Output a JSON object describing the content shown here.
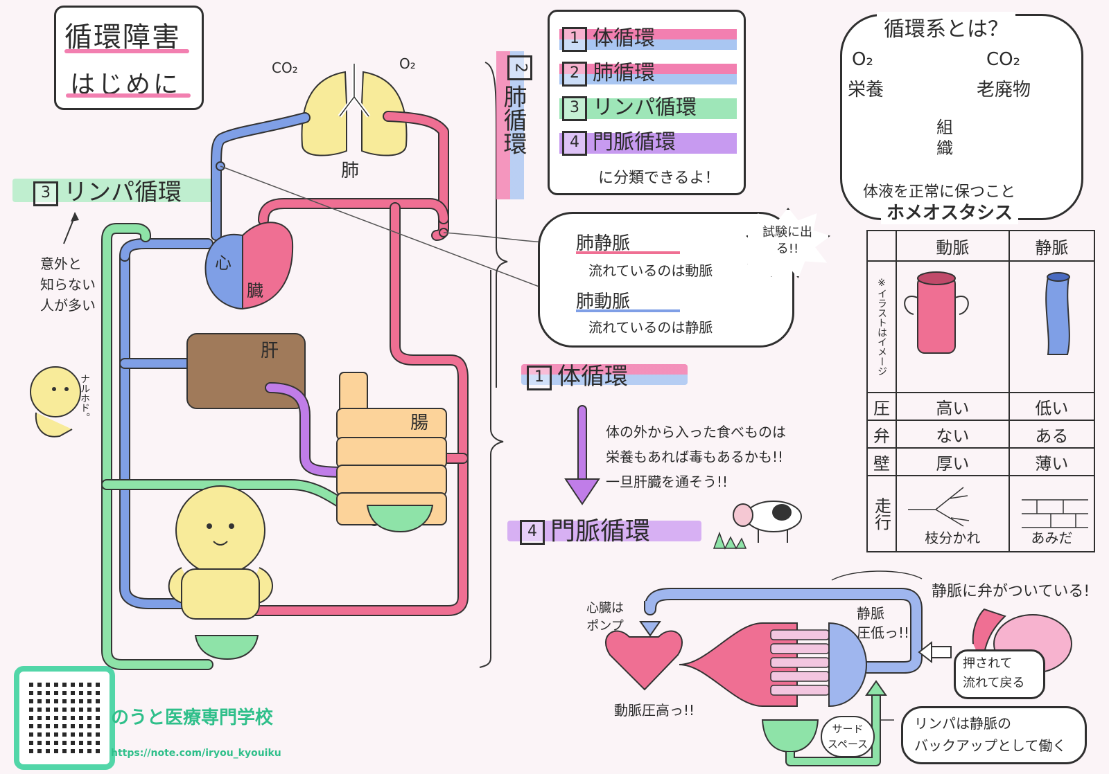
{
  "title": {
    "main": "循環障害",
    "sub": "はじめに"
  },
  "classification": {
    "items": [
      {
        "num": "1",
        "label": "体循環",
        "color": "#f27fb0",
        "color2": "#a9c6f2"
      },
      {
        "num": "2",
        "label": "肺循環",
        "color": "#f27fb0",
        "color2": "#a9c6f2"
      },
      {
        "num": "3",
        "label": "リンパ循環",
        "color": "#9ee6b8",
        "color2": "#9ee6b8"
      },
      {
        "num": "4",
        "label": "門脈循環",
        "color": "#c79af0",
        "color2": "#c79af0"
      }
    ],
    "note": "に分類できるよ！"
  },
  "pulmonary_heading": {
    "num": "2",
    "label": "肺循環"
  },
  "lymph_heading": {
    "num": "3",
    "label": "リンパ循環"
  },
  "systemic_heading": {
    "num": "1",
    "label": "体循環"
  },
  "portal_heading": {
    "num": "4",
    "label": "門脈循環"
  },
  "left_note": {
    "line1": "意外と",
    "line2": "知らない",
    "line3": "人が多い"
  },
  "naruhodo": "ナルホド。",
  "organs": {
    "lung": "肺",
    "heart1": "心",
    "heart2": "臓",
    "liver": "肝",
    "intestine": "腸",
    "co2": "CO₂",
    "o2": "O₂"
  },
  "pulmonary_vessels": {
    "vein": "肺静脈",
    "vein_note": "流れているのは動脈",
    "artery": "肺動脈",
    "artery_note": "流れているのは静脈",
    "exam": "試験に出る!!"
  },
  "portal_note": {
    "line1": "体の外から入った食べものは",
    "line2": "栄養もあれば毒もあるかも!!",
    "line3": "一旦肝臓を通そう!!"
  },
  "homeostasis": {
    "title": "循環系とは？",
    "in_top": "O₂",
    "in_bottom": "栄養",
    "out_top": "CO₂",
    "out_bottom": "老廃物",
    "tissue": "組織",
    "line": "体液を正常に保つこと",
    "term": "ホメオスタシス"
  },
  "compare": {
    "header_artery": "動脈",
    "header_vein": "静脈",
    "image_note": "※イラストはイメージ",
    "rows": [
      {
        "label": "圧",
        "artery": "高い",
        "vein": "低い"
      },
      {
        "label": "弁",
        "artery": "ない",
        "vein": "ある"
      },
      {
        "label": "壁",
        "artery": "厚い",
        "vein": "薄い"
      },
      {
        "label": "走行",
        "artery": "枝分かれ",
        "vein": "あみだ"
      }
    ]
  },
  "pump": {
    "heart_label1": "心臓は",
    "heart_label2": "ポンプ",
    "artery_pressure": "動脈圧高っ!!",
    "vein_pressure1": "静脈",
    "vein_pressure2": "圧低っ!!",
    "valve_note": "静脈に弁がついている!",
    "pushed1": "押されて",
    "pushed2": "流れて戻る",
    "third_space1": "サード",
    "third_space2": "スペース",
    "lymph_note1": "リンパは静脈の",
    "lymph_note2": "バックアップとして働く"
  },
  "footer": {
    "school": "のうと医療専門学校",
    "url": "https://note.com/iryou_kyouiku"
  },
  "colors": {
    "artery": "#ef6f93",
    "vein": "#7f9fe6",
    "lymph": "#8ee3a8",
    "portal": "#c07de8",
    "skin": "#f8eb9a"
  }
}
